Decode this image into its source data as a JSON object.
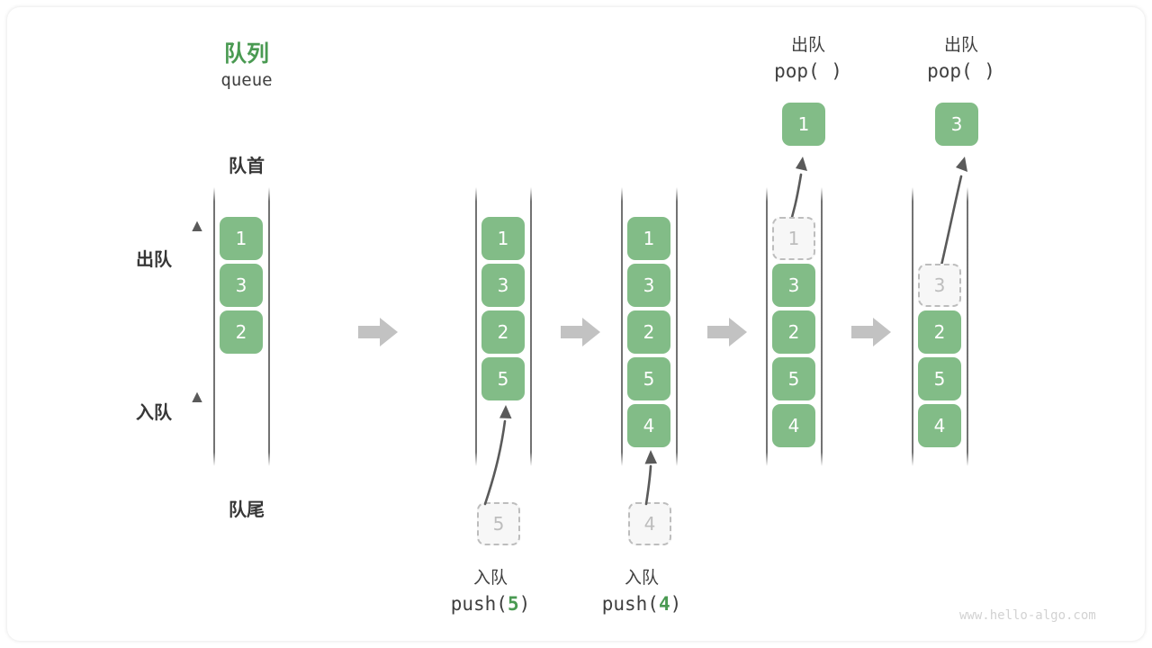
{
  "canvas": {
    "background": "#ffffff",
    "watermark": "www.hello-algo.com"
  },
  "colors": {
    "cell_green": "#82bc87",
    "title_green": "#4a9a52",
    "text_dark": "#373737",
    "ghost_gray": "#bdbdbd",
    "rail_gray": "#5a5a5a",
    "step_arrow_gray": "#c2c2c2"
  },
  "header": {
    "title_cn": "队列",
    "title_en": "queue"
  },
  "labels": {
    "front": "队首",
    "rear": "队尾",
    "dequeue": "出队",
    "enqueue": "入队"
  },
  "operations": {
    "push_5": {
      "cn": "入队",
      "fn_prefix": "push(",
      "value": "5",
      "fn_suffix": ")"
    },
    "push_4": {
      "cn": "入队",
      "fn_prefix": "push(",
      "value": "4",
      "fn_suffix": ")"
    },
    "pop_1": {
      "cn": "出队",
      "code": "pop( )"
    },
    "pop_2": {
      "cn": "出队",
      "code": "pop( )"
    }
  },
  "columns": [
    {
      "id": "initial",
      "cells": [
        {
          "value": "1",
          "state": "filled"
        },
        {
          "value": "3",
          "state": "filled"
        },
        {
          "value": "2",
          "state": "filled"
        }
      ]
    },
    {
      "id": "after-push-5",
      "cells": [
        {
          "value": "1",
          "state": "filled"
        },
        {
          "value": "3",
          "state": "filled"
        },
        {
          "value": "2",
          "state": "filled"
        },
        {
          "value": "5",
          "state": "filled"
        }
      ],
      "incoming": {
        "value": "5",
        "state": "ghost"
      }
    },
    {
      "id": "after-push-4",
      "cells": [
        {
          "value": "1",
          "state": "filled"
        },
        {
          "value": "3",
          "state": "filled"
        },
        {
          "value": "2",
          "state": "filled"
        },
        {
          "value": "5",
          "state": "filled"
        },
        {
          "value": "4",
          "state": "filled"
        }
      ],
      "incoming": {
        "value": "4",
        "state": "ghost"
      }
    },
    {
      "id": "after-pop-1",
      "cells": [
        {
          "value": "1",
          "state": "ghost"
        },
        {
          "value": "3",
          "state": "filled"
        },
        {
          "value": "2",
          "state": "filled"
        },
        {
          "value": "5",
          "state": "filled"
        },
        {
          "value": "4",
          "state": "filled"
        }
      ],
      "outgoing": {
        "value": "1",
        "state": "filled"
      }
    },
    {
      "id": "after-pop-2",
      "cells": [
        {
          "value": "3",
          "state": "ghost"
        },
        {
          "value": "2",
          "state": "filled"
        },
        {
          "value": "5",
          "state": "filled"
        },
        {
          "value": "4",
          "state": "filled"
        }
      ],
      "outgoing": {
        "value": "3",
        "state": "filled"
      }
    }
  ]
}
